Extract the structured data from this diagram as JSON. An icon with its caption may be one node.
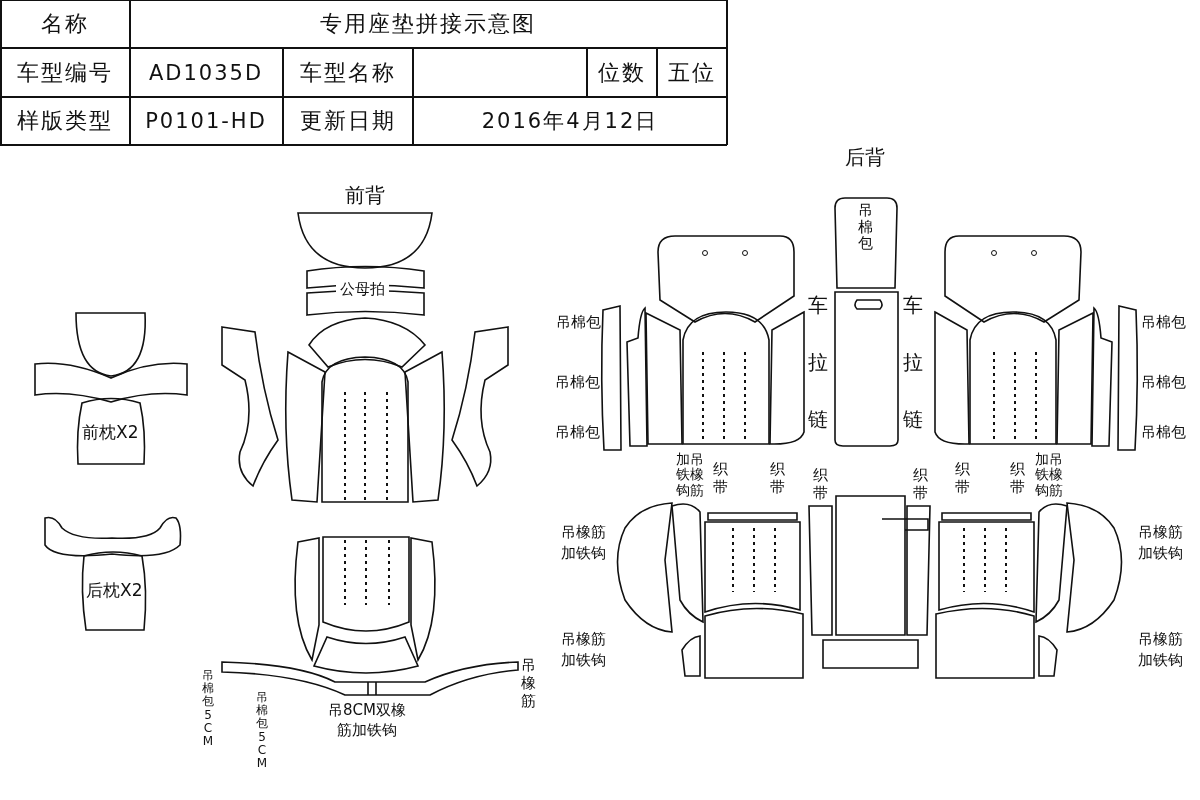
{
  "diagram": {
    "title": "专用座垫拼接示意图",
    "nodes": [
      {
        "text": [
          "前枕X2"
        ]
      },
      {
        "text": [
          "后枕X2"
        ]
      },
      {
        "text": [
          "吊棉包"
        ]
      },
      {
        "text": [
          "公母拍"
        ]
      }
    ],
    "labels": [
      "名称",
      "车型编号",
      "AD1035D",
      "车型名称",
      "位数",
      "五位",
      "样版类型",
      "P0101-HD",
      "更新日期",
      "2016年4月12日",
      "前背",
      "后背",
      "车拉链",
      "车拉链",
      "吊棉包",
      "吊棉包",
      "吊棉包",
      "吊棉包",
      "吊棉包",
      "吊棉包",
      "加吊铁橡钩筋",
      "织带",
      "织带",
      "织带",
      "织带",
      "织带",
      "织带",
      "加吊铁橡钩筋",
      "吊橡筋加铁钩",
      "吊橡筋加铁钩",
      "吊橡筋加铁钩",
      "吊橡筋加铁钩",
      "吊棉包5CM",
      "吊棉包5CM",
      "吊8CM双橡筋加铁钩",
      "吊橡筋"
    ]
  }
}
